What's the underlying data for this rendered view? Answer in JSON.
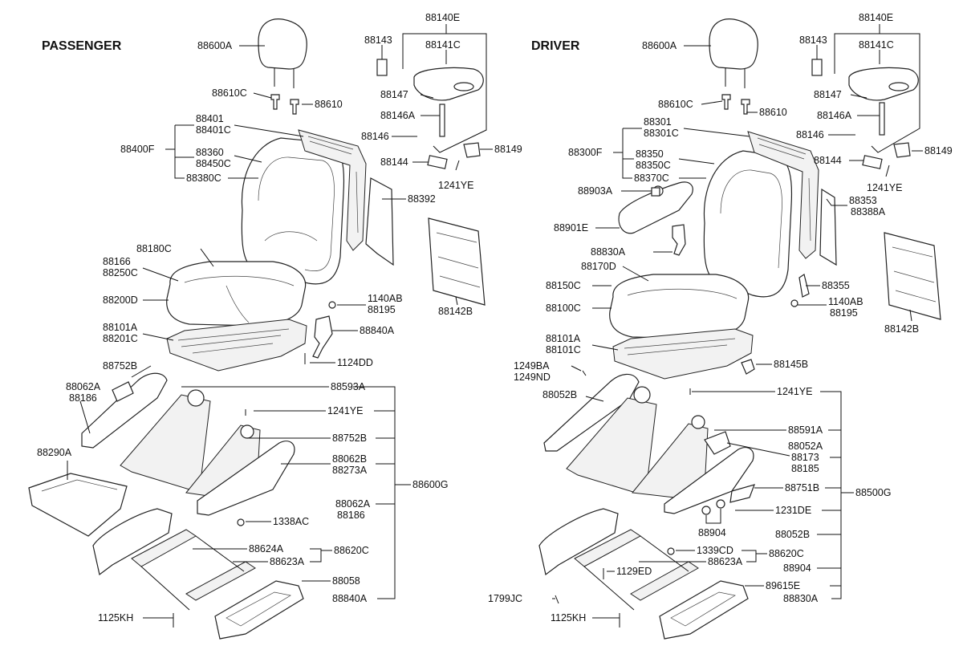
{
  "sections": {
    "passenger_title": "PASSENGER",
    "driver_title": "DRIVER"
  },
  "passenger_labels": {
    "p_88600A": "88600A",
    "p_88610C": "88610C",
    "p_88610": "88610",
    "p_88140E": "88140E",
    "p_88143": "88143",
    "p_88141C": "88141C",
    "p_88147": "88147",
    "p_88146A": "88146A",
    "p_88146": "88146",
    "p_88149": "88149",
    "p_88144": "88144",
    "p_1241YE_top": "1241YE",
    "p_88392": "88392",
    "p_88401": "88401",
    "p_88401C": "88401C",
    "p_88400F": "88400F",
    "p_88360": "88360",
    "p_88450C": "88450C",
    "p_88380C": "88380C",
    "p_88180C": "88180C",
    "p_88166": "88166",
    "p_88250C": "88250C",
    "p_88200D": "88200D",
    "p_1140AB": "1140AB",
    "p_88195": "88195",
    "p_88142B": "88142B",
    "p_88101A": "88101A",
    "p_88201C": "88201C",
    "p_88840A_top": "88840A",
    "p_1124DD": "1124DD",
    "p_88752B_top": "88752B",
    "p_88062A_top": "88062A",
    "p_88186_top": "88186",
    "p_88593A": "88593A",
    "p_1241YE_mid": "1241YE",
    "p_88752B_mid": "88752B",
    "p_88290A": "88290A",
    "p_88062B": "88062B",
    "p_88273A": "88273A",
    "p_88600G": "88600G",
    "p_88062A_low": "88062A",
    "p_88186_low": "88186",
    "p_1338AC": "1338AC",
    "p_88624A": "88624A",
    "p_88620C": "88620C",
    "p_88623A": "88623A",
    "p_88058": "88058",
    "p_88840A_low": "88840A",
    "p_1125KH": "1125KH"
  },
  "driver_labels": {
    "d_88600A": "88600A",
    "d_88610C": "88610C",
    "d_88610": "88610",
    "d_88140E": "88140E",
    "d_88143": "88143",
    "d_88141C": "88141C",
    "d_88147": "88147",
    "d_88146A": "88146A",
    "d_88146": "88146",
    "d_88149": "88149",
    "d_88144": "88144",
    "d_1241YE_top": "1241YE",
    "d_88301": "88301",
    "d_88301C": "88301C",
    "d_88300F": "88300F",
    "d_88350": "88350",
    "d_88350C": "88350C",
    "d_88370C": "88370C",
    "d_88903A": "88903A",
    "d_88353": "88353",
    "d_88388A": "88388A",
    "d_88901E": "88901E",
    "d_88830A_top": "88830A",
    "d_88170D": "88170D",
    "d_88150C": "88150C",
    "d_88355": "88355",
    "d_88142B": "88142B",
    "d_88100C": "88100C",
    "d_1140AB": "1140AB",
    "d_88195": "88195",
    "d_88101A": "88101A",
    "d_88101C": "88101C",
    "d_1249BA": "1249BA",
    "d_1249ND": "1249ND",
    "d_88145B": "88145B",
    "d_88052B_top": "88052B",
    "d_1241YE_mid": "1241YE",
    "d_88591A": "88591A",
    "d_88052A": "88052A",
    "d_88173": "88173",
    "d_88185": "88185",
    "d_88751B": "88751B",
    "d_88500G": "88500G",
    "d_1231DE": "1231DE",
    "d_88904_mid": "88904",
    "d_88052B_low": "88052B",
    "d_1339CD": "1339CD",
    "d_88620C": "88620C",
    "d_88623A": "88623A",
    "d_1129ED": "1129ED",
    "d_88904_low": "88904",
    "d_89615E": "89615E",
    "d_88830A_low": "88830A",
    "d_1799JC": "1799JC",
    "d_1125KH": "1125KH"
  }
}
